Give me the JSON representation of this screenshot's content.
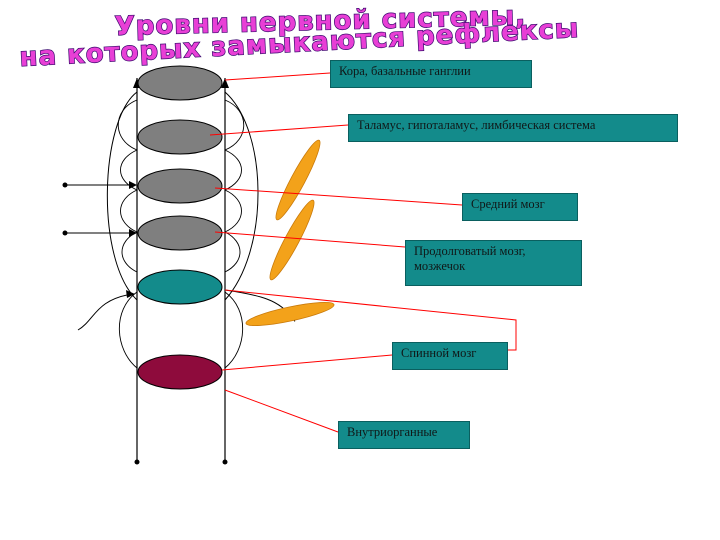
{
  "title": {
    "line1": "Уровни нервной системы,",
    "line2": "на которых замыкаются рефлексы"
  },
  "levels": [
    {
      "label": "Кора, базальные ганглии",
      "color": "#7f7f7f"
    },
    {
      "label": "Таламус, гипоталамус, лимбическая система",
      "color": "#7f7f7f"
    },
    {
      "label": "Средний мозг",
      "color": "#7f7f7f"
    },
    {
      "label": "Продолговатый мозг, мозжечок",
      "color": "#7f7f7f"
    },
    {
      "label": "Спинной мозг",
      "color": "#138b8b"
    },
    {
      "label": "Внутриорганные",
      "color": "#8e0b3c"
    }
  ],
  "colors": {
    "label_box": "#138b8b",
    "leader_line": "#ff0000",
    "title_fill": "#e83fd6",
    "muscle": "#f3a21a"
  }
}
